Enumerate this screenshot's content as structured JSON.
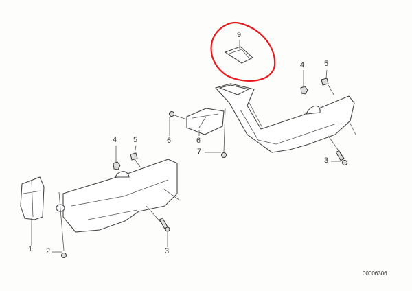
{
  "diagram": {
    "callouts": {
      "l1": "1",
      "l2": "2",
      "l3a": "3",
      "l4a": "4",
      "l5a": "5",
      "l6a": "6",
      "l6b": "6",
      "l7": "7",
      "l9": "9",
      "l4b": "4",
      "l5b": "5",
      "l3b": "3"
    },
    "highlight_color": "#e8181c",
    "drawing_number": "00006306"
  }
}
